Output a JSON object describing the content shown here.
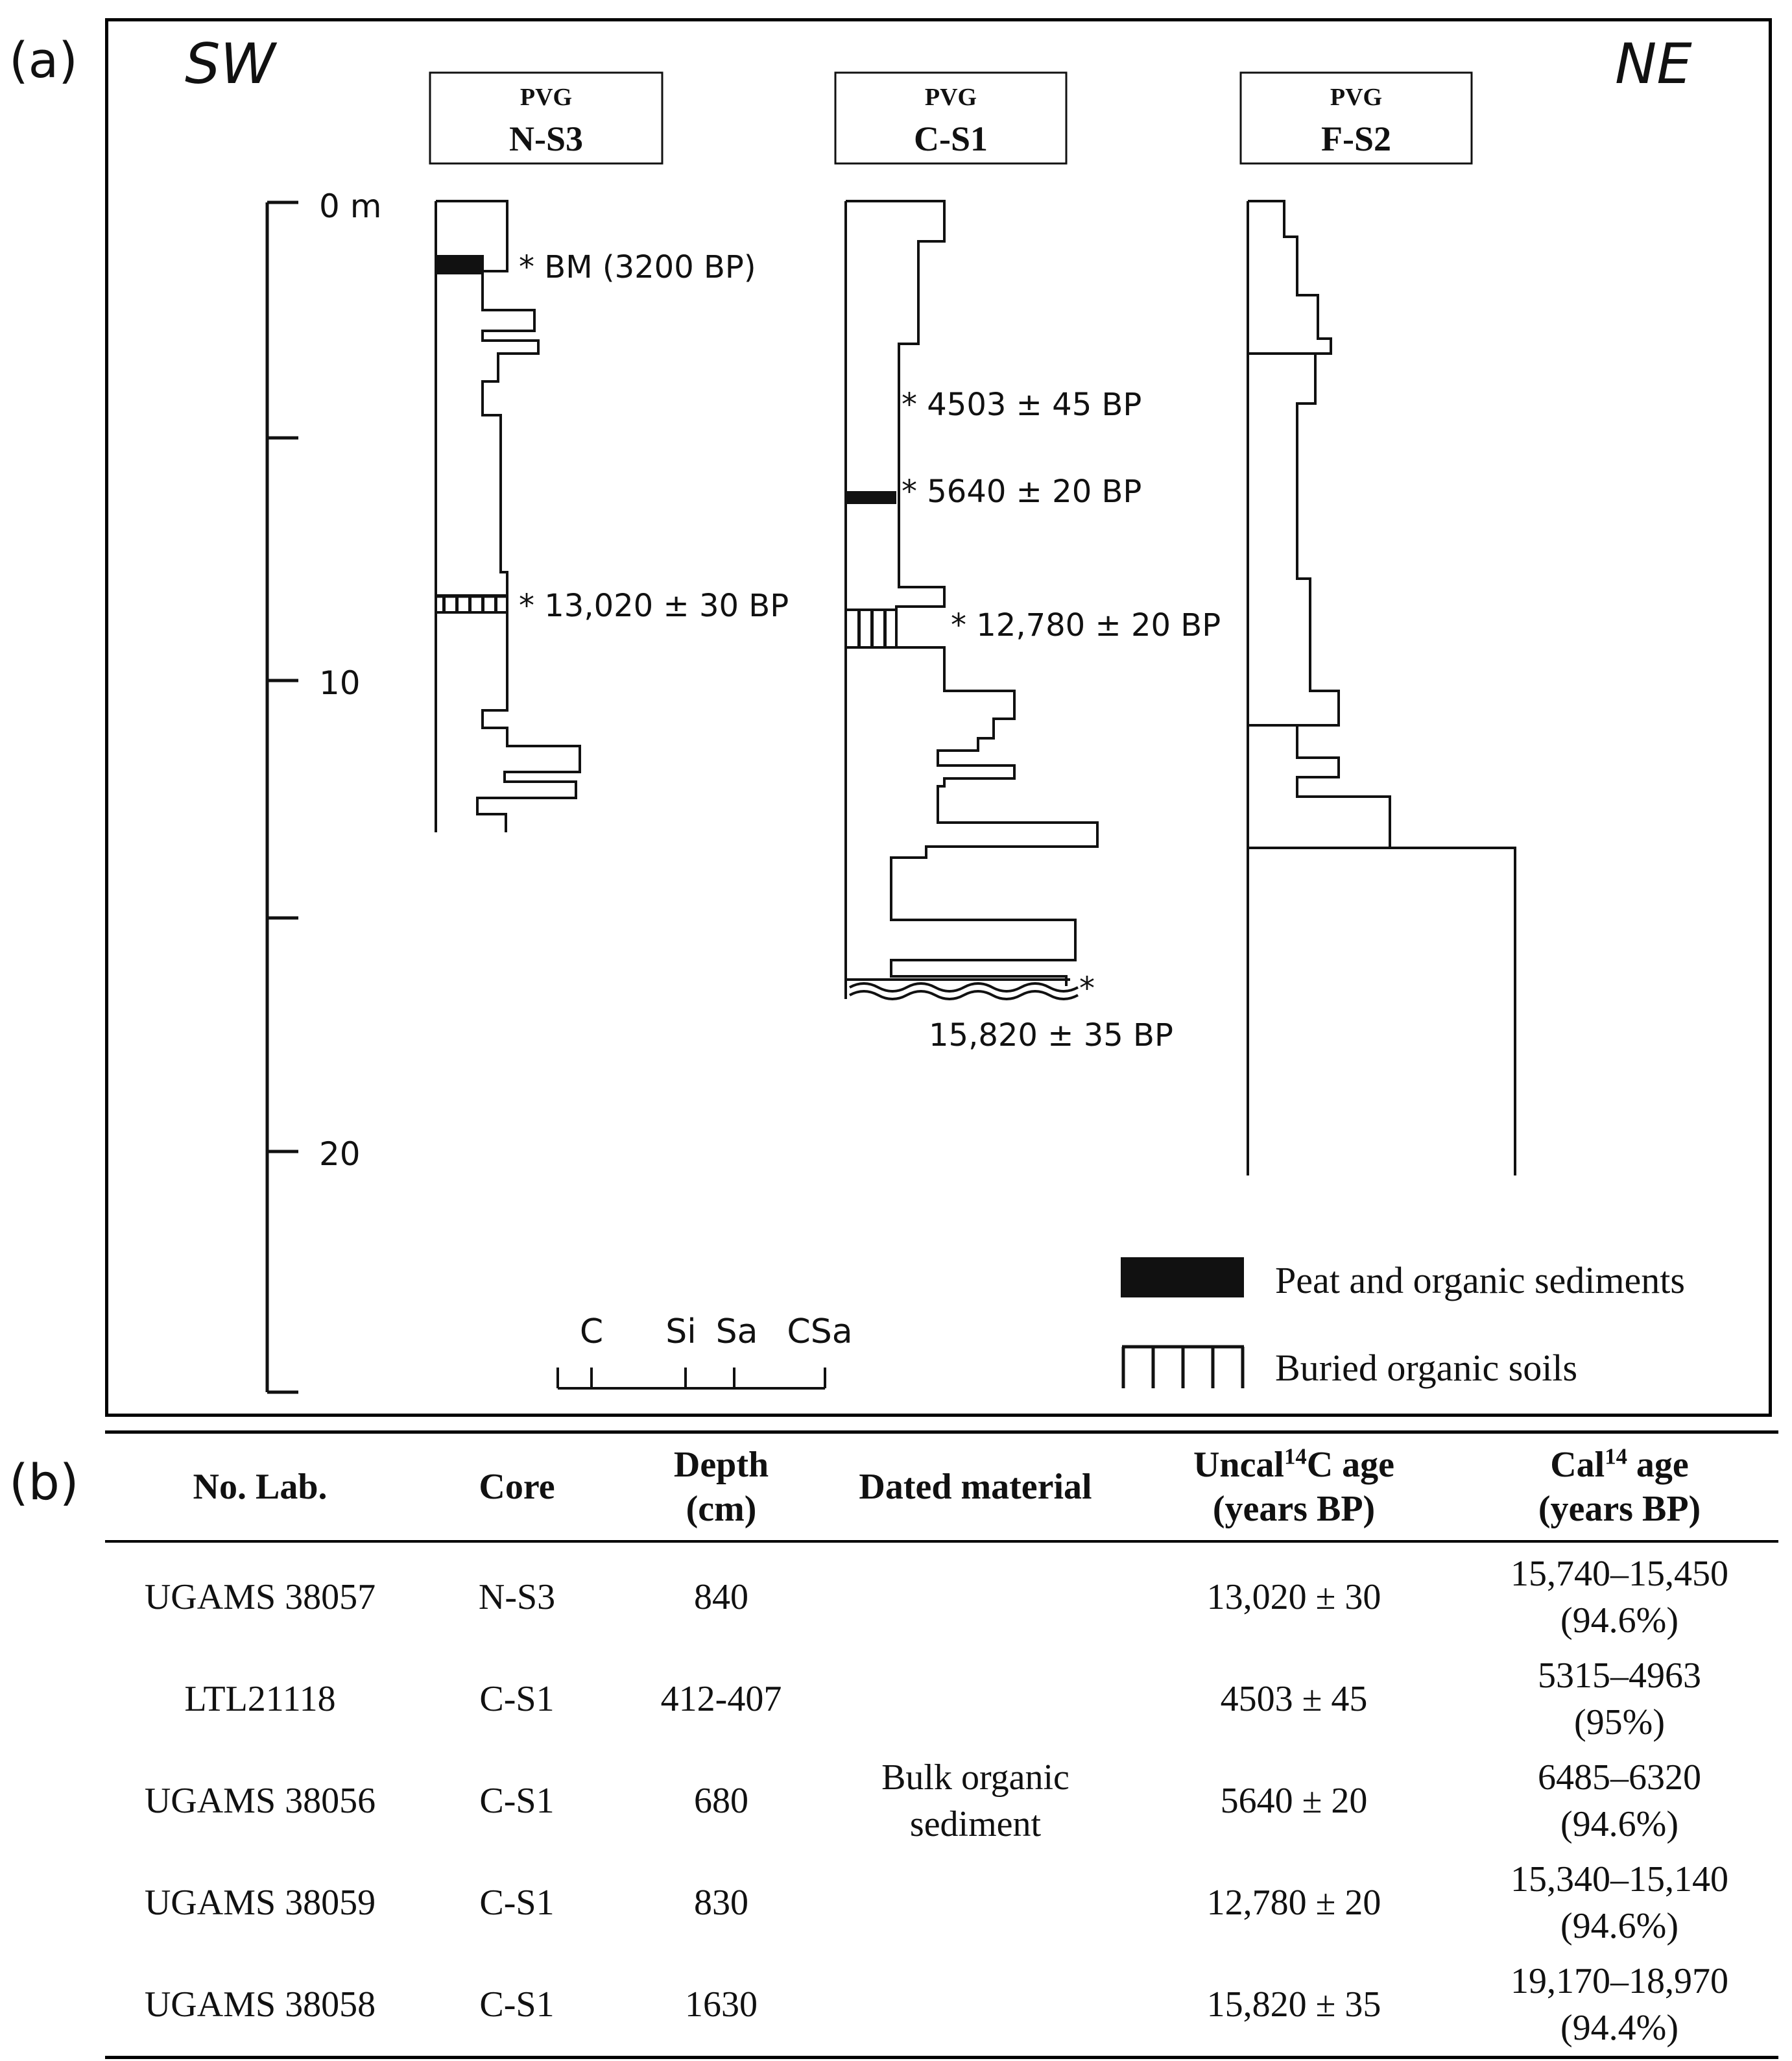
{
  "panel_labels": {
    "a": "(a)",
    "b": "(b)"
  },
  "orientation": {
    "left": "SW",
    "right": "NE"
  },
  "depth_scale": {
    "unit_label": "0 m",
    "tick_labels": [
      "10",
      "20"
    ]
  },
  "cores": [
    {
      "prefix": "PVG",
      "name": "N-S3"
    },
    {
      "prefix": "PVG",
      "name": "C-S1"
    },
    {
      "prefix": "PVG",
      "name": "F-S2"
    }
  ],
  "dates": {
    "n_s3_bm": "* BM (3200 BP)",
    "n_s3_13020": "* 13,020 ± 30 BP",
    "c_s1_4503": "* 4503 ± 45 BP",
    "c_s1_5640": "* 5640 ± 20 BP",
    "c_s1_12780": "* 12,780 ± 20 BP",
    "c_s1_star": "*",
    "c_s1_15820": "15,820 ± 35 BP"
  },
  "grain_size_scale": [
    "C",
    "Si",
    "Sa",
    "CSa"
  ],
  "legend": [
    {
      "label": "Peat and organic sediments",
      "symbol": "solid-black-bar"
    },
    {
      "label": "Buried organic soils",
      "symbol": "vertical-hatch"
    }
  ],
  "table": {
    "headers": {
      "lab": "No. Lab.",
      "core": "Core",
      "depth_l1": "Depth",
      "depth_l2": "(cm)",
      "material": "Dated material",
      "uncal_pre": "Uncal",
      "uncal_sup": "14",
      "uncal_post": "C age",
      "uncal_l2": "(years BP)",
      "cal_pre": "Cal",
      "cal_sup": "14",
      "cal_post": " age",
      "cal_l2": "(years BP)"
    },
    "material_merged_l1": "Bulk organic",
    "material_merged_l2": "sediment",
    "rows": [
      {
        "lab": "UGAMS 38057",
        "core": "N-S3",
        "depth": "840",
        "uncal": "13,020 ± 30",
        "cal_range": "15,740–15,450",
        "cal_prob": "(94.6%)"
      },
      {
        "lab": "LTL21118",
        "core": "C-S1",
        "depth": "412-407",
        "uncal": "4503 ± 45",
        "cal_range": "5315–4963",
        "cal_prob": "(95%)"
      },
      {
        "lab": "UGAMS 38056",
        "core": "C-S1",
        "depth": "680",
        "uncal": "5640 ± 20",
        "cal_range": "6485–6320",
        "cal_prob": "(94.6%)"
      },
      {
        "lab": "UGAMS 38059",
        "core": "C-S1",
        "depth": "830",
        "uncal": "12,780 ± 20",
        "cal_range": "15,340–15,140",
        "cal_prob": "(94.6%)"
      },
      {
        "lab": "UGAMS 38058",
        "core": "C-S1",
        "depth": "1630",
        "uncal": "15,820 ± 35",
        "cal_range": "19,170–18,970",
        "cal_prob": "(94.4%)"
      }
    ]
  }
}
